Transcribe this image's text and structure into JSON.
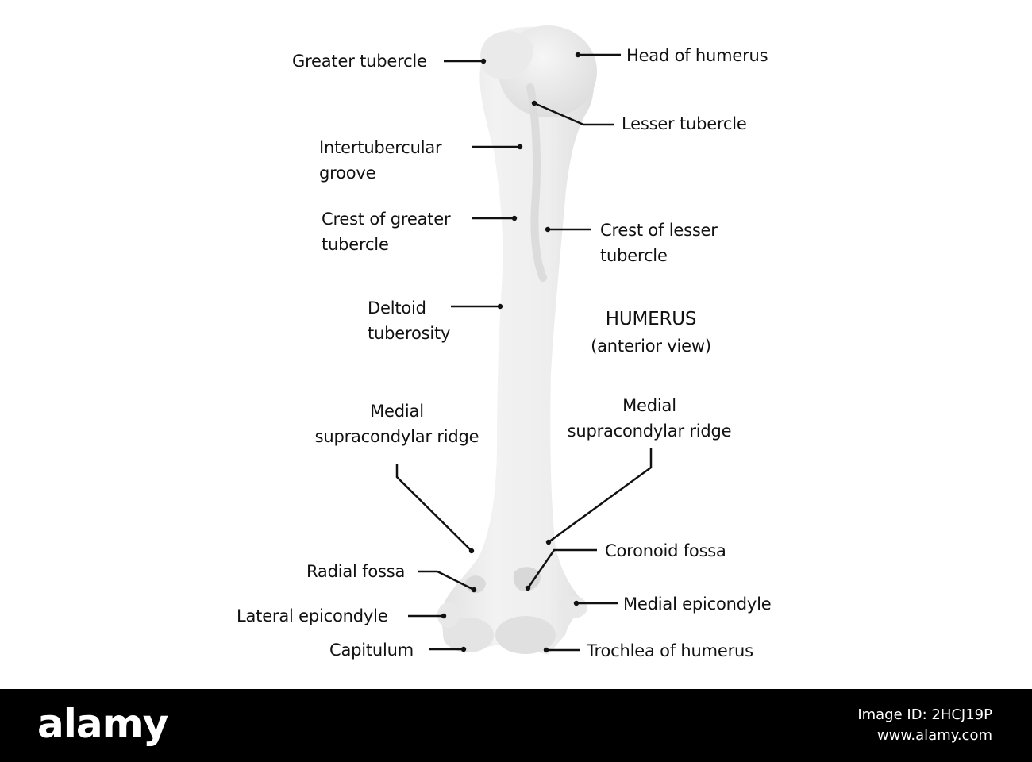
{
  "diagram": {
    "title": "HUMERUS",
    "subtitle": "(anterior view)",
    "labels": {
      "greater_tubercle": "Greater tubercle",
      "head_of_humerus": "Head of humerus",
      "lesser_tubercle": "Lesser tubercle",
      "intertubercular_groove": "Intertubercular\ngroove",
      "crest_greater_tubercle": "Crest of greater\ntubercle",
      "crest_lesser_tubercle": "Crest of lesser\ntubercle",
      "deltoid_tuberosity": "Deltoid\ntuberosity",
      "medial_supracondylar_ridge_left": "Medial\nsupracondylar ridge",
      "medial_supracondylar_ridge_right": "Medial\nsupracondylar ridge",
      "radial_fossa": "Radial fossa",
      "coronoid_fossa": "Coronoid fossa",
      "lateral_epicondyle": "Lateral epicondyle",
      "medial_epicondyle": "Medial epicondyle",
      "capitulum": "Capitulum",
      "trochlea_of_humerus": "Trochlea of humerus"
    },
    "colors": {
      "bone": "#ececec",
      "bone_shadow": "#d6d6d6",
      "leader_line": "#111111",
      "text": "#111111"
    }
  },
  "footer": {
    "logo": "alamy",
    "image_id": "Image ID: 2HCJ19P",
    "site": "www.alamy.com",
    "background": "#000000"
  }
}
